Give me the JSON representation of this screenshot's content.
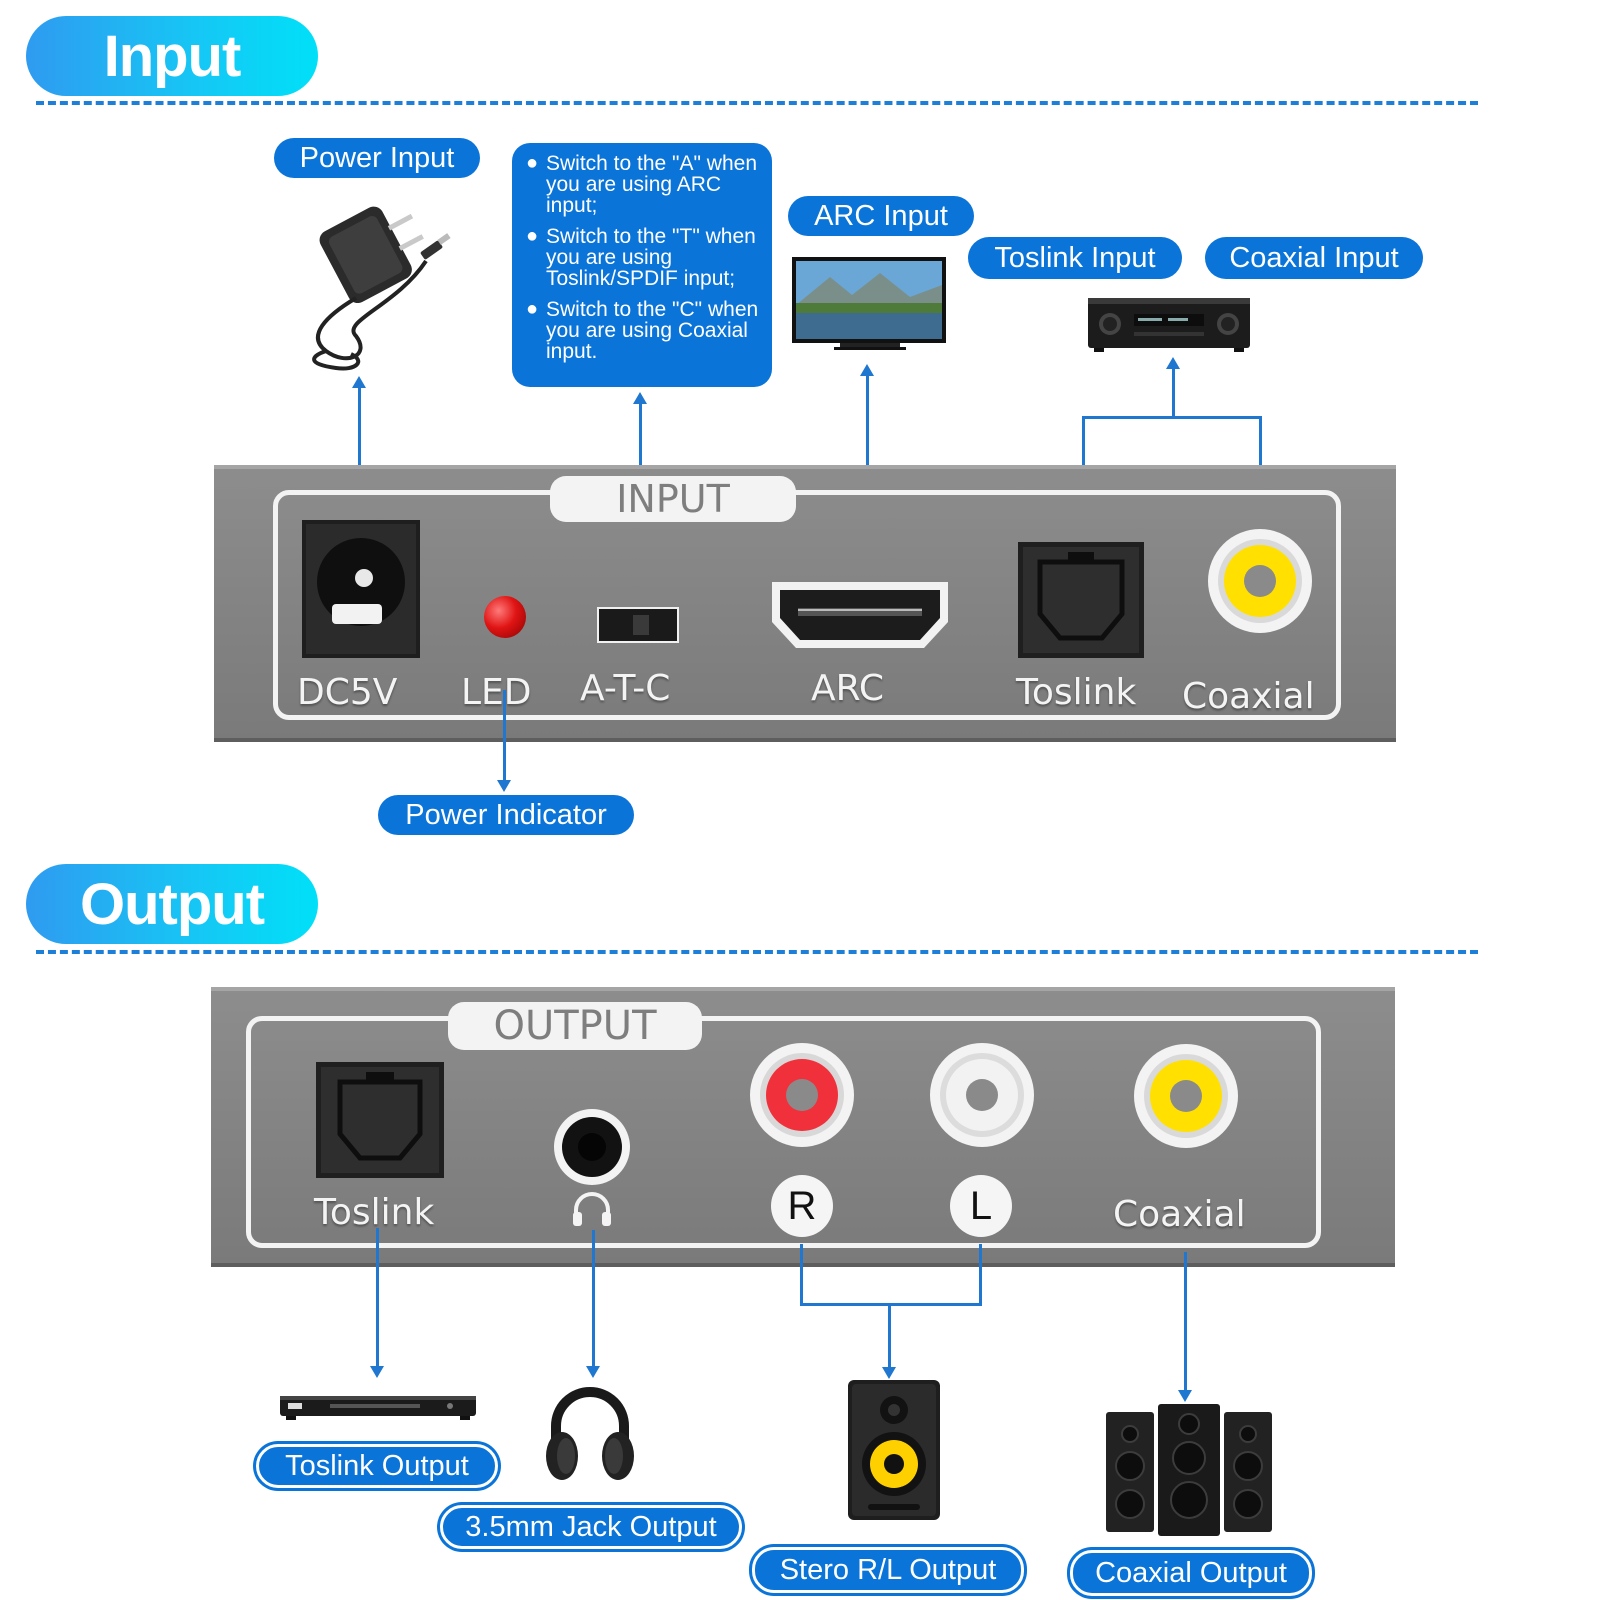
{
  "sections": {
    "input_title": "Input",
    "output_title": "Output"
  },
  "input": {
    "labels": {
      "power_input": "Power Input",
      "arc_input": "ARC Input",
      "toslink_input": "Toslink Input",
      "coaxial_input": "Coaxial Input",
      "power_indicator": "Power Indicator"
    },
    "switch_notes": [
      "Switch to the \"A\" when you are using ARC input;",
      "Switch to the \"T\" when you are using Toslink/SPDIF input;",
      "Switch to the \"C\" when you are using Coaxial input."
    ],
    "panel": {
      "title": "INPUT",
      "ports": {
        "dc5v": "DC5V",
        "led": "LED",
        "atc": "A-T-C",
        "arc": "ARC",
        "toslink": "Toslink",
        "coaxial": "Coaxial"
      }
    }
  },
  "output": {
    "panel": {
      "title": "OUTPUT",
      "ports": {
        "toslink": "Toslink",
        "r": "R",
        "l": "L",
        "coaxial": "Coaxial"
      }
    },
    "labels": {
      "toslink_output": "Toslink Output",
      "jack_output": "3.5mm Jack Output",
      "stereo_output": "Stero R/L Output",
      "coaxial_output": "Coaxial Output"
    }
  },
  "icons": {
    "power_adapter": "power-adapter-icon",
    "tv": "tv-icon",
    "receiver": "av-receiver-icon",
    "dvd_player": "dvd-player-icon",
    "headphones": "headphones-icon",
    "speaker": "speaker-icon",
    "speaker_set": "speaker-set-icon",
    "headphone_symbol": "headphone-jack-icon"
  },
  "colors": {
    "accent_blue": "#0a74d9",
    "panel_gray": "#848484",
    "rca_red": "#f0313b",
    "rca_white": "#f2f2f2",
    "rca_yellow": "#ffe000",
    "led_red": "#e01414"
  }
}
